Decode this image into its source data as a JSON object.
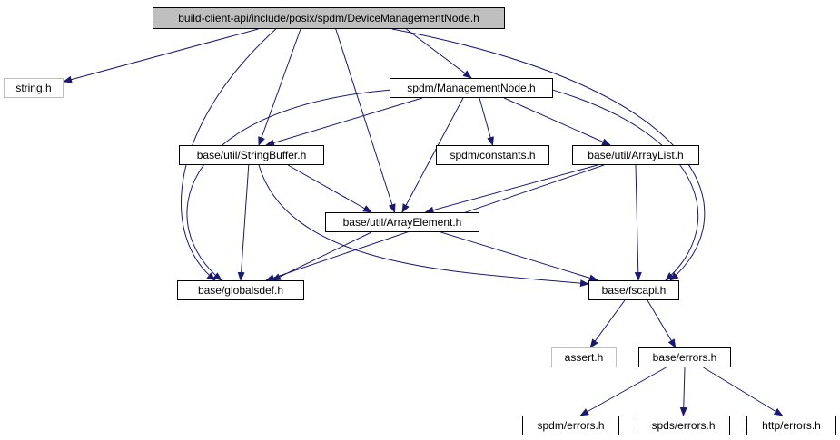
{
  "diagram": {
    "nodes": [
      {
        "id": "root",
        "label": "build-client-api/include/posix/spdm/DeviceManagementNode.h",
        "kind": "root"
      },
      {
        "id": "string",
        "label": "string.h",
        "kind": "ext"
      },
      {
        "id": "mgmt",
        "label": "spdm/ManagementNode.h",
        "kind": "file"
      },
      {
        "id": "strbuf",
        "label": "base/util/StringBuffer.h",
        "kind": "file"
      },
      {
        "id": "const",
        "label": "spdm/constants.h",
        "kind": "file"
      },
      {
        "id": "alist",
        "label": "base/util/ArrayList.h",
        "kind": "file"
      },
      {
        "id": "aelem",
        "label": "base/util/ArrayElement.h",
        "kind": "file"
      },
      {
        "id": "gdef",
        "label": "base/globalsdef.h",
        "kind": "file"
      },
      {
        "id": "fscapi",
        "label": "base/fscapi.h",
        "kind": "file"
      },
      {
        "id": "assert",
        "label": "assert.h",
        "kind": "ext"
      },
      {
        "id": "errors",
        "label": "base/errors.h",
        "kind": "file"
      },
      {
        "id": "spdmerr",
        "label": "spdm/errors.h",
        "kind": "file"
      },
      {
        "id": "spdserr",
        "label": "spds/errors.h",
        "kind": "file"
      },
      {
        "id": "httperr",
        "label": "http/errors.h",
        "kind": "file"
      }
    ],
    "edges": [
      [
        "root",
        "string"
      ],
      [
        "root",
        "mgmt"
      ],
      [
        "root",
        "strbuf"
      ],
      [
        "root",
        "aelem"
      ],
      [
        "root",
        "gdef"
      ],
      [
        "root",
        "fscapi"
      ],
      [
        "mgmt",
        "strbuf"
      ],
      [
        "mgmt",
        "const"
      ],
      [
        "mgmt",
        "alist"
      ],
      [
        "mgmt",
        "aelem"
      ],
      [
        "mgmt",
        "gdef"
      ],
      [
        "mgmt",
        "fscapi"
      ],
      [
        "strbuf",
        "aelem"
      ],
      [
        "strbuf",
        "gdef"
      ],
      [
        "strbuf",
        "fscapi"
      ],
      [
        "alist",
        "aelem"
      ],
      [
        "alist",
        "gdef"
      ],
      [
        "alist",
        "fscapi"
      ],
      [
        "aelem",
        "gdef"
      ],
      [
        "aelem",
        "fscapi"
      ],
      [
        "fscapi",
        "assert"
      ],
      [
        "fscapi",
        "errors"
      ],
      [
        "errors",
        "spdmerr"
      ],
      [
        "errors",
        "spdserr"
      ],
      [
        "errors",
        "httperr"
      ]
    ],
    "colors": {
      "edge": "#191970",
      "root_fill": "#bfbfbf",
      "ext_border": "#bfbfbf"
    }
  }
}
